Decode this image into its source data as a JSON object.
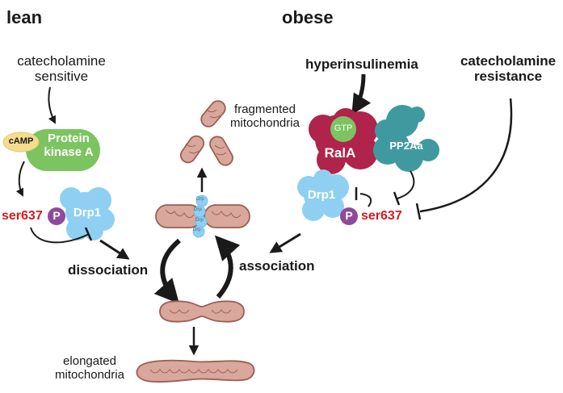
{
  "headings": {
    "lean": "lean",
    "obese": "obese"
  },
  "lean_side": {
    "catecholamine_sensitive": [
      "catecholamine",
      "sensitive"
    ],
    "camp": "cAMP",
    "pka": [
      "Protein",
      "kinase A"
    ],
    "ser637": "ser637",
    "phospho": "P",
    "drp1": "Drp1",
    "dissociation": "dissociation"
  },
  "center": {
    "fragmented": [
      "fragmented",
      "mitochondria"
    ],
    "elongated": [
      "elongated",
      "mitochondria"
    ],
    "drp_small": [
      "Drp",
      "Drp",
      "Drp",
      "Drp"
    ]
  },
  "obese_side": {
    "hyperinsulinemia": "hyperinsulinemia",
    "catecholamine_resistance": [
      "catecholamine",
      "resistance"
    ],
    "gtp": "GTP",
    "rala": "RalA",
    "pp2aa": "PP2Aa",
    "drp1": "Drp1",
    "phospho": "P",
    "ser637": "ser637",
    "association": "association"
  },
  "colors": {
    "pka_green": "#7cc460",
    "camp_yellow": "#f5dc8f",
    "drp1_blue": "#8fd0f2",
    "phospho_purple": "#8e4a9a",
    "rala_crimson": "#b0234a",
    "gtp_green": "#7cc460",
    "pp2aa_teal": "#3f9aa0",
    "mito_fill": "#d9a79c",
    "mito_stroke": "#9c5e52",
    "label_red": "#d61a21"
  }
}
